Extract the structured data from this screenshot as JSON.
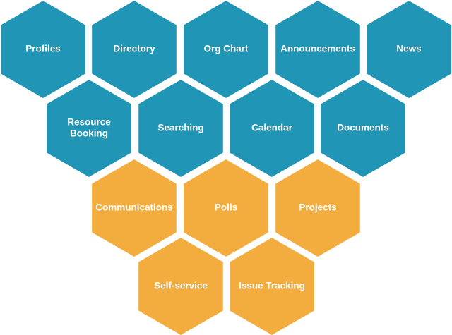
{
  "colors": {
    "teal": "#2195b5",
    "orange": "#f3ad3e",
    "text": "#ffffff",
    "background": "#ffffff"
  },
  "hexagons": [
    {
      "label": [
        "Profiles"
      ],
      "color": "teal"
    },
    {
      "label": [
        "Directory"
      ],
      "color": "teal"
    },
    {
      "label": [
        "Org Chart"
      ],
      "color": "teal"
    },
    {
      "label": [
        "Announcements"
      ],
      "color": "teal"
    },
    {
      "label": [
        "News"
      ],
      "color": "teal"
    },
    {
      "label": [
        "Resource",
        "Booking"
      ],
      "color": "teal"
    },
    {
      "label": [
        "Searching"
      ],
      "color": "teal"
    },
    {
      "label": [
        "Calendar"
      ],
      "color": "teal"
    },
    {
      "label": [
        "Documents"
      ],
      "color": "teal"
    },
    {
      "label": [
        "Communications"
      ],
      "color": "orange"
    },
    {
      "label": [
        "Polls"
      ],
      "color": "orange"
    },
    {
      "label": [
        "Projects"
      ],
      "color": "orange"
    },
    {
      "label": [
        "Self-service"
      ],
      "color": "orange"
    },
    {
      "label": [
        "Issue Tracking"
      ],
      "color": "orange"
    }
  ]
}
